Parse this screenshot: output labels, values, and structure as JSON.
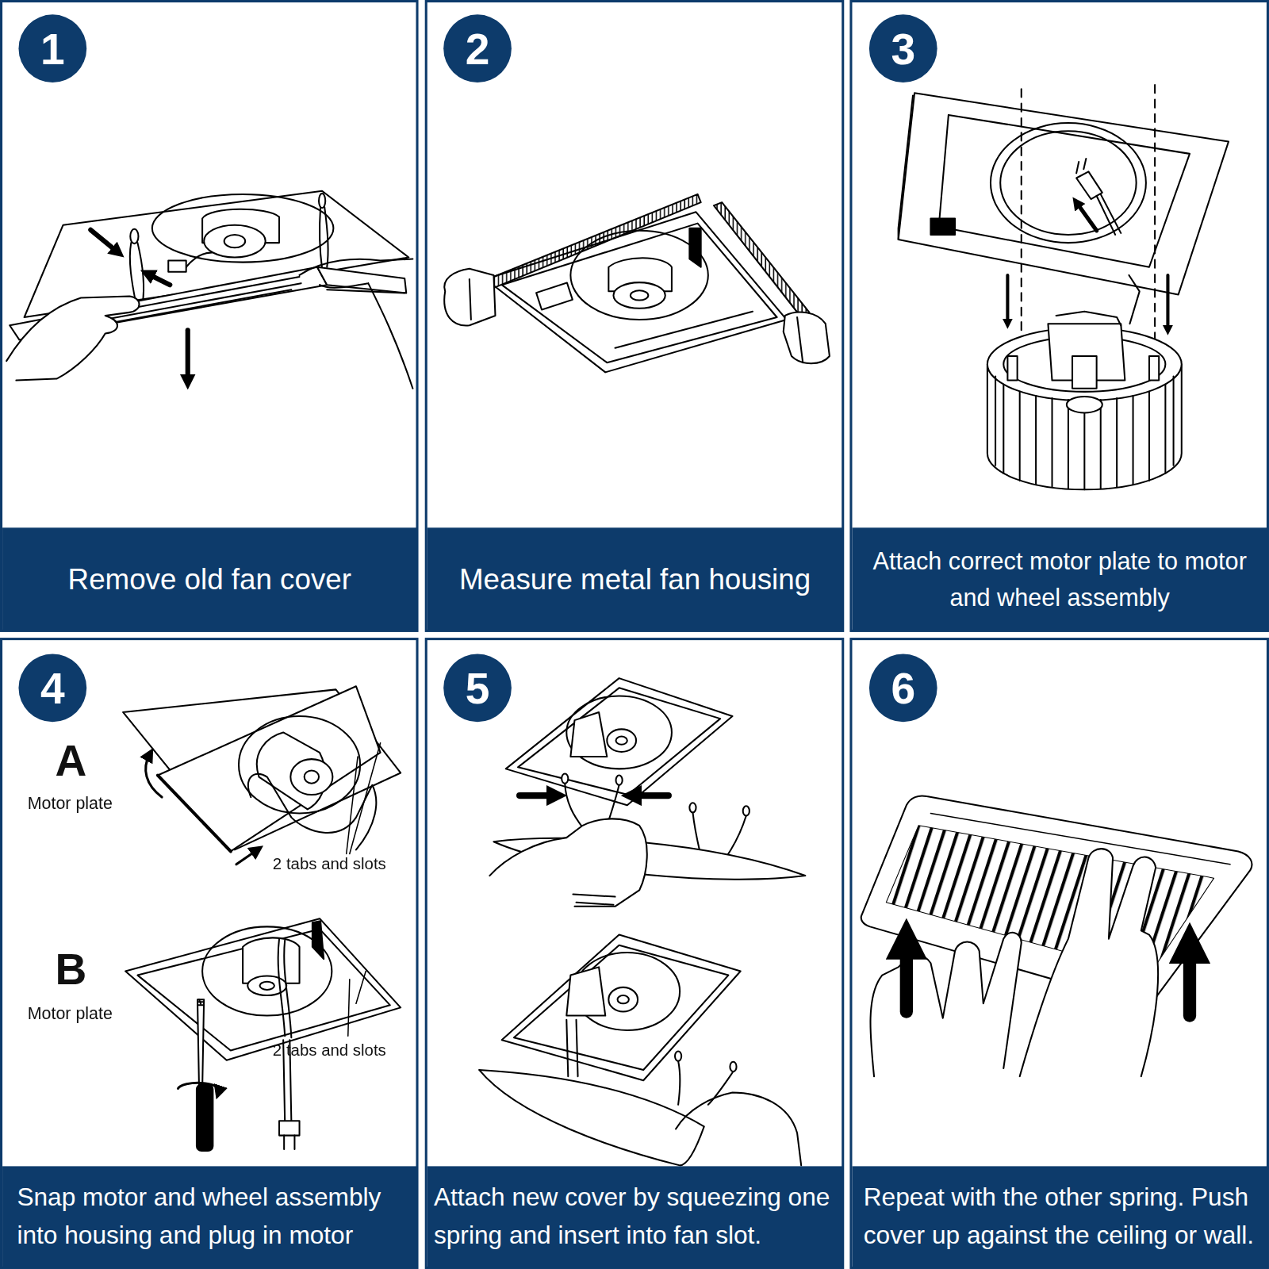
{
  "diagram": {
    "nodes": [
      {
        "text": [
          "1"
        ]
      },
      {
        "text": [
          "Remove old fan cover"
        ]
      },
      {
        "text": [
          "2"
        ]
      },
      {
        "text": [
          "Measure metal fan housing"
        ]
      },
      {
        "text": [
          "3"
        ]
      },
      {
        "text": [
          "Attach correct motor plate to motor and wheel assembly"
        ]
      },
      {
        "text": [
          "4"
        ]
      },
      {
        "text": [
          "Snap motor and wheel assembly into housing and plug in motor"
        ]
      },
      {
        "text": [
          "5"
        ]
      },
      {
        "text": [
          "Attach new cover by squeezing one spring and insert into fan slot."
        ]
      },
      {
        "text": [
          "6"
        ]
      },
      {
        "text": [
          "Repeat with the other spring. Push cover up against the ceiling or wall."
        ]
      }
    ],
    "labels": [
      "A",
      "Motor plate",
      "2 tabs and slots",
      "B",
      "Motor plate",
      "2 tabs and slots"
    ]
  }
}
